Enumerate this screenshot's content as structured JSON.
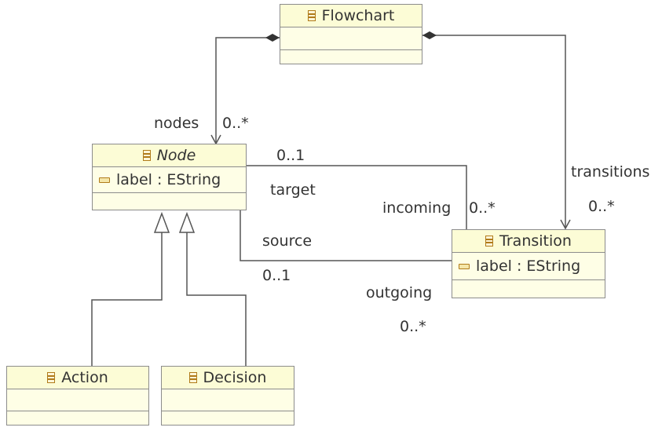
{
  "classes": {
    "flowchart": {
      "name": "Flowchart"
    },
    "node": {
      "name": "Node",
      "attribute": "label : EString"
    },
    "transition": {
      "name": "Transition",
      "attribute": "label : EString"
    },
    "action": {
      "name": "Action"
    },
    "decision": {
      "name": "Decision"
    }
  },
  "labels": {
    "nodes_role": "nodes",
    "nodes_mult": "0..*",
    "transitions_role": "transitions",
    "transitions_mult": "0..*",
    "target_mult": "0..1",
    "target_role": "target",
    "incoming_role": "incoming",
    "incoming_mult": "0..*",
    "source_role": "source",
    "source_mult": "0..1",
    "outgoing_role": "outgoing",
    "outgoing_mult": "0..*"
  },
  "colors": {
    "line": "#555555",
    "box_fill": "#fefee6",
    "box_border": "#8c8c8c",
    "icon": "#b07b1a"
  }
}
